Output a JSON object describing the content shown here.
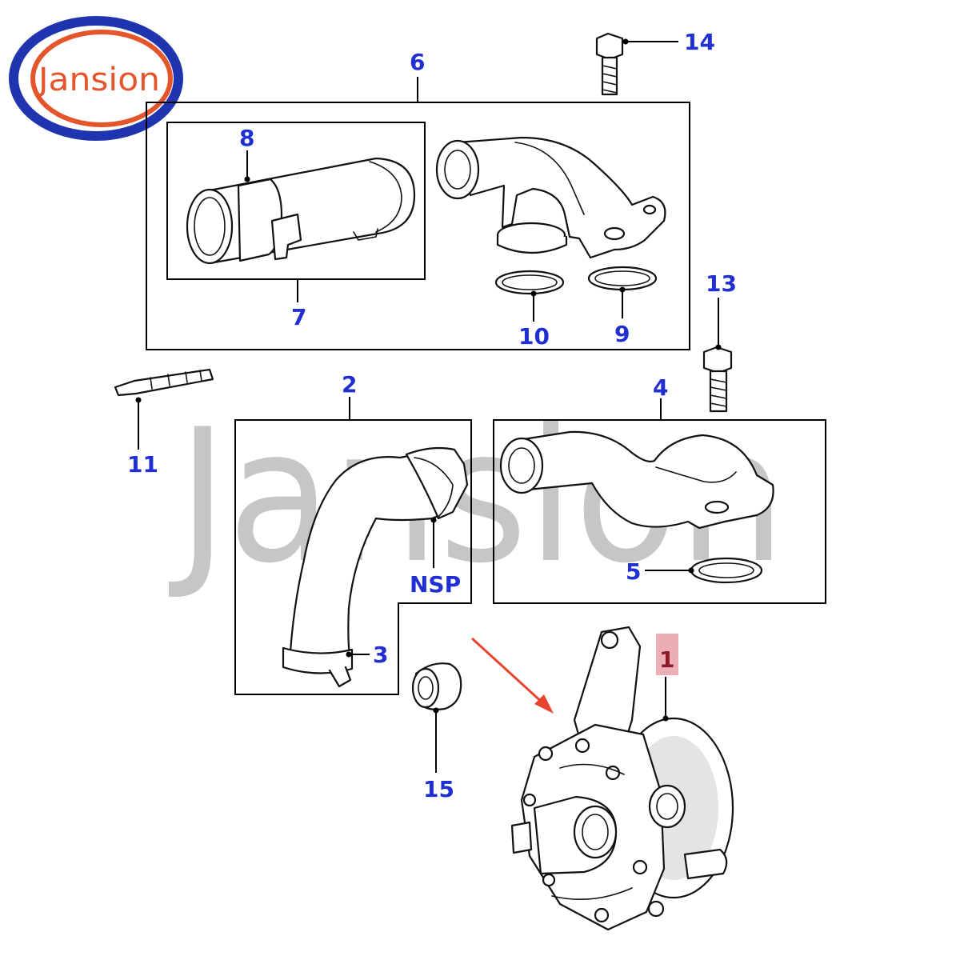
{
  "logo": {
    "text": "Jansion",
    "ring_outer_color": "#1f35b0",
    "ring_inner_color": "#e4552c",
    "text_color": "#e4552c"
  },
  "watermark": {
    "text": "Jansion",
    "color": "#bdbdbd"
  },
  "labels": {
    "l1": "1",
    "l2": "2",
    "l3": "3",
    "l4": "4",
    "l5": "5",
    "l6": "6",
    "l7": "7",
    "l8": "8",
    "l9": "9",
    "l10": "10",
    "l11": "11",
    "l13": "13",
    "l14": "14",
    "l15": "15",
    "nsp": "NSP"
  },
  "colors": {
    "label": "#1f2fd1",
    "highlight_box": "#e9a0a8",
    "arrow": "#e8432e"
  }
}
